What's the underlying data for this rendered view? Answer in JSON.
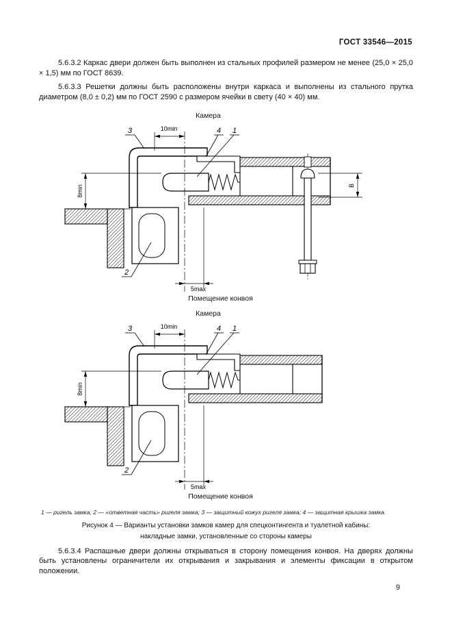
{
  "header": {
    "doc_number": "ГОСТ 33546—2015"
  },
  "paragraphs": {
    "p_5_6_3_2": "5.6.3.2 Каркас двери должен быть выполнен из стальных профилей размером не менее (25,0 × 25,0 × 1,5) мм по ГОСТ 8639.",
    "p_5_6_3_3": "5.6.3.3 Решетки должны быть расположены внутри каркаса и выполнены из стального прутка диаметром (8,0 ± 0,2) мм по ГОСТ 2590 с размером ячейки в свету (40 × 40) мм.",
    "p_5_6_3_4": "5.6.3.4 Распашные двери должны открываться в сторону помещения конвоя. На дверях должны быть установлены ограничители их открывания и закрывания и элементы фиксации в открытом положении."
  },
  "figure": {
    "room_top": "Камера",
    "room_bottom": "Помещение конвоя",
    "callout_1": "1",
    "callout_2": "2",
    "callout_3": "3",
    "callout_4": "4",
    "dim_10": "10min",
    "dim_8": "8min",
    "dim_5": "5max",
    "dim_b": "В",
    "legend": "1 — ригель замка;  2 — «ответная часть» ригеля замка; 3 — защитный кожух ригеля замка; 4 — защитная крышка замка.",
    "caption_line1": "Рисунок 4 — Варианты установки замков камер для спецконтингента и туалетной кабины:",
    "caption_line2": "накладные замки, установленные со стороны камеры"
  },
  "footer": {
    "page_number": "9"
  }
}
